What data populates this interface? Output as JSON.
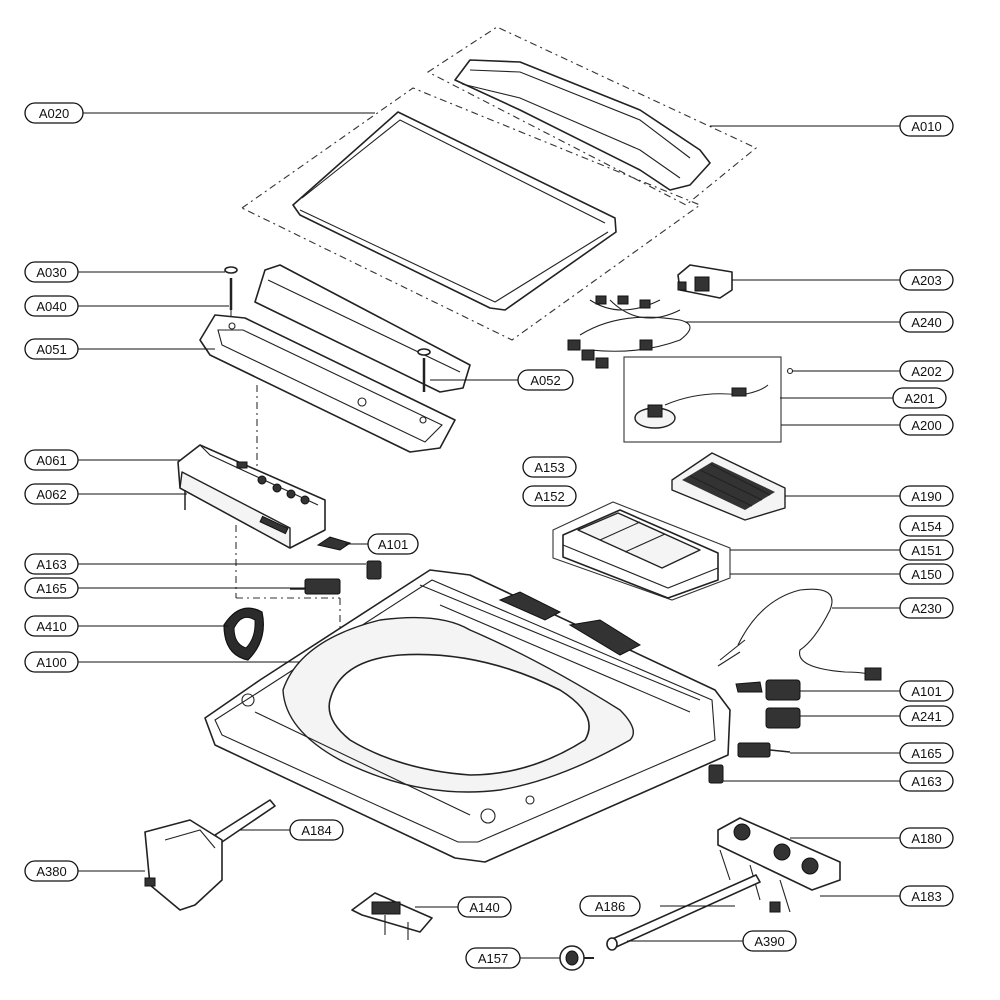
{
  "labels": {
    "A010": "A010",
    "A020": "A020",
    "A030": "A030",
    "A040": "A040",
    "A051": "A051",
    "A052": "A052",
    "A061": "A061",
    "A062": "A062",
    "A101a": "A101",
    "A163a": "A163",
    "A165a": "A165",
    "A410": "A410",
    "A100": "A100",
    "A203": "A203",
    "A240": "A240",
    "A202": "A202",
    "A201": "A201",
    "A200": "A200",
    "A153": "A153",
    "A152": "A152",
    "A190": "A190",
    "A154": "A154",
    "A151": "A151",
    "A150": "A150",
    "A230": "A230",
    "A101b": "A101",
    "A241": "A241",
    "A165b": "A165",
    "A163b": "A163",
    "A184": "A184",
    "A180": "A180",
    "A380": "A380",
    "A183": "A183",
    "A140": "A140",
    "A186": "A186",
    "A390": "A390",
    "A157": "A157"
  }
}
